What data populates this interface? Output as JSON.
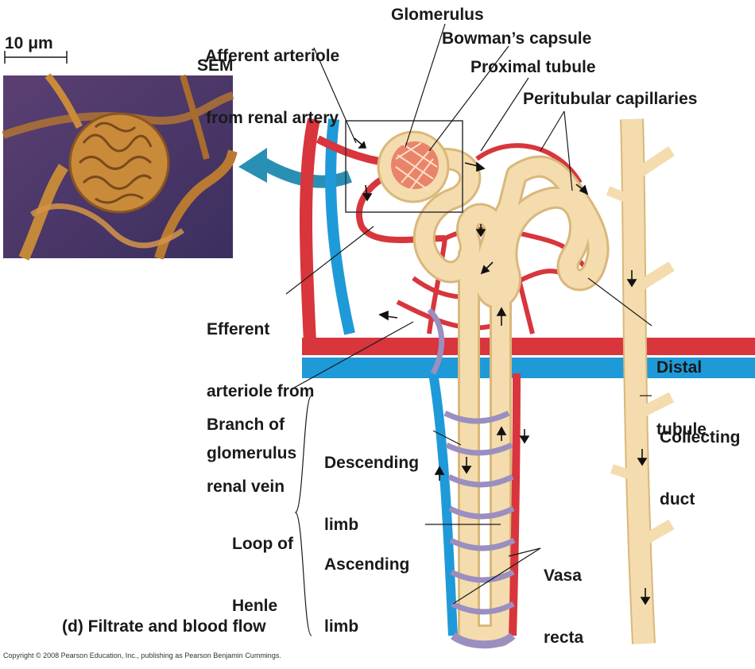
{
  "scale_bar": "10 μm",
  "micrograph_label": "SEM",
  "labels": {
    "afferent_arteriole": [
      "Afferent arteriole",
      "from renal artery"
    ],
    "glomerulus": "Glomerulus",
    "bowmans_capsule": "Bowman’s capsule",
    "proximal_tubule": "Proximal tubule",
    "peritubular_capillaries": "Peritubular capillaries",
    "efferent_arteriole": [
      "Efferent",
      "arteriole from",
      "glomerulus"
    ],
    "distal_tubule": [
      "Distal",
      "tubule"
    ],
    "branch_renal_vein": [
      "Branch of",
      "renal vein"
    ],
    "collecting_duct": [
      "Collecting",
      "duct"
    ],
    "descending_limb": [
      "Descending",
      "limb"
    ],
    "loop_of_henle": [
      "Loop of",
      "Henle"
    ],
    "ascending_limb": [
      "Ascending",
      "limb"
    ],
    "vasa_recta": [
      "Vasa",
      "recta"
    ]
  },
  "caption": "(d) Filtrate and blood flow",
  "copyright": "Copyright © 2008 Pearson Education, Inc., publishing as Pearson Benjamin Cummings.",
  "colors": {
    "artery": "#d8353d",
    "vein": "#1f9ad8",
    "tubule": "#f4dcae",
    "tubule_edge": "#d9b87a",
    "capillary_mix": "#9a8fc0",
    "sem_bg": "#4a3a6e",
    "sem_tissue": "#c98a3a",
    "arrow_teal": "#2a8fb4"
  }
}
